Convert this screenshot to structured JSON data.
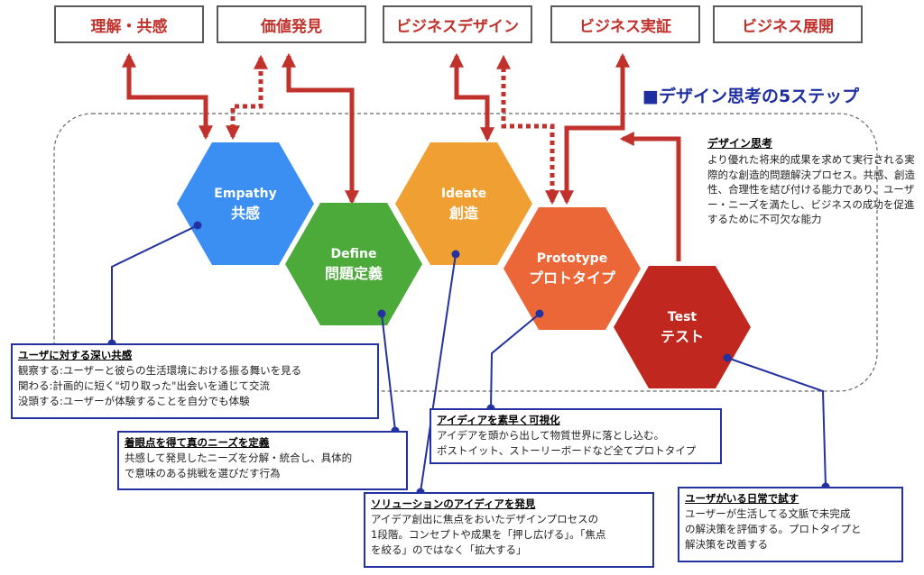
{
  "top_labels": [
    "理解・共感",
    "価値発見",
    "ビジネスデザイン",
    "ビジネス実証",
    "ビジネス展開"
  ],
  "steps_title": "■デザイン思考の5ステップ",
  "definition": {
    "title": "デザイン思考",
    "text": "より優れた将来的成果を求めて実行される実際的な創造的問題解決プロセス。共感、創造性、合理性を結び付ける能力であり、ユーザー・ニーズを満たし、ビジネスの成功を促進するために不可欠な能力"
  },
  "steps": [
    {
      "en": "Empathy",
      "ja": "共感",
      "color": "#3b8ff3"
    },
    {
      "en": "Define",
      "ja": "問題定義",
      "color": "#4caa3b"
    },
    {
      "en": "Ideate",
      "ja": "創造",
      "color": "#f0a033"
    },
    {
      "en": "Prototype",
      "ja": "プロトタイプ",
      "color": "#ec6737"
    },
    {
      "en": "Test",
      "ja": "テスト",
      "color": "#c0281f"
    }
  ],
  "notes": [
    {
      "title": "ユーザに対する深い共感",
      "lines": [
        "観察する:ユーザーと彼らの生活環境における振る舞いを見る",
        "関わる:計画的に短く\"切り取った\"出会いを通じて交流",
        "没頭する:ユーザーが体験することを自分でも体験"
      ]
    },
    {
      "title": "着眼点を得て真のニーズを定義",
      "lines": [
        "共感して発見したニーズを分解・統合し、具体的",
        "で意味のある挑戦を選びだす行為"
      ]
    },
    {
      "title": "ソリューションのアイディアを発見",
      "lines": [
        "アイデア創出に焦点をおいたデザインプロセスの",
        "1段階。コンセプトや成果を「押し広げる」。「焦点",
        "を絞る」のではなく「拡大する」"
      ]
    },
    {
      "title": "アイディアを素早く可視化",
      "lines": [
        "アイデアを頭から出して物質世界に落とし込む。",
        "ポストイット、ストーリーボードなど全てプロトタイプ"
      ]
    },
    {
      "title": "ユーザがいる日常で試す",
      "lines": [
        "ユーザーが生活してる文脈で未完成",
        "の解決策を評価する。プロトタイプと",
        "解決策を改善する"
      ]
    }
  ]
}
